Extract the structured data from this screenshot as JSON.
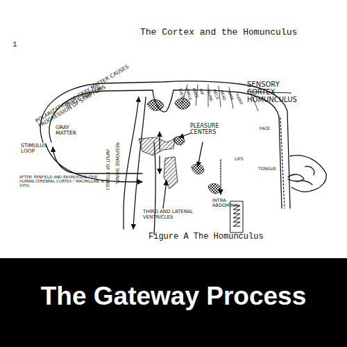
{
  "diagram": {
    "title": "The Cortex and the Homunculus",
    "caption": "Figure A  The Homunculus",
    "nodes": [
      {
        "text": [
          "The Gateway Process"
        ]
      }
    ],
    "labels": [
      "1",
      "POLARIZATION OF GRAY MATTER CAUSES PROGRESSION OF SYMPTOMS",
      "WHITE MATTER",
      "GRAY MATTER",
      "STIMULUS LOOP",
      "AFTER: PENFIELD AND RASMUSSEN \"THE HUMAN CEREBRAL CORTEX.\" MACMILLAN, N.Y. 1950.",
      "RESPONSE SIGNAL",
      "INPUT OF STIMULI",
      "PLEASURE CENTERS",
      "THIRD AND LATERAL VENTRICLES",
      "INTRA-ABDOMINAL",
      "SENSORY CORTEX HOMUNCULUS",
      "LIPS",
      "TOES",
      "ANKLE",
      "KNEE",
      "HIP",
      "TRUNK",
      "NECK",
      "HEAD",
      "ARM",
      "HAND",
      "FACE",
      "TONGUE"
    ]
  }
}
